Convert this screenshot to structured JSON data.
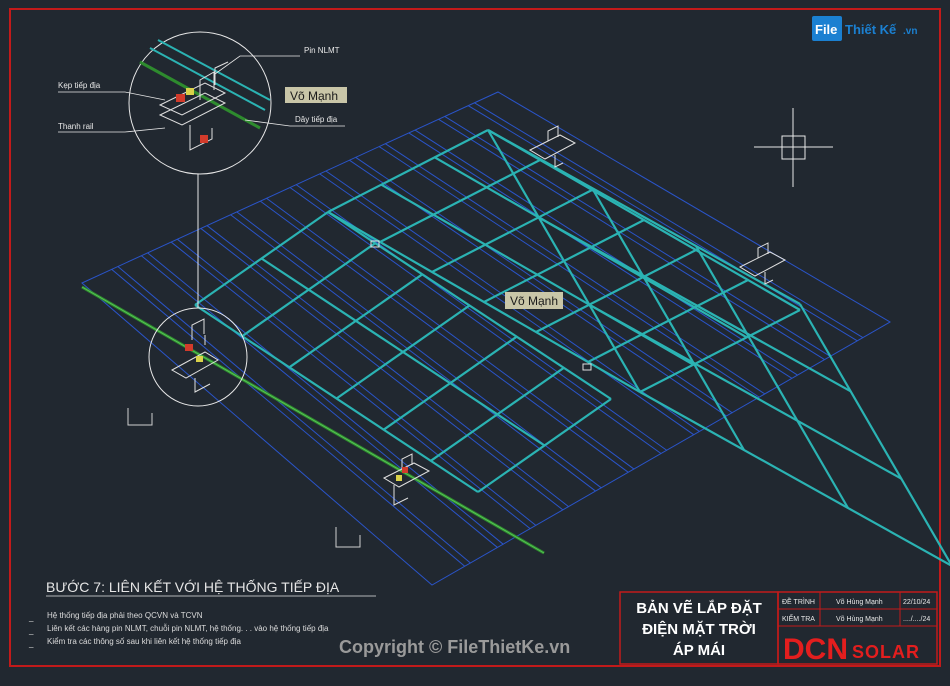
{
  "logo": {
    "brand_a": "File",
    "brand_b": "Thiết Kế",
    "brand_c": ".vn"
  },
  "callouts": {
    "pin": "Pin NLMT",
    "clamp": "Kẹp tiếp địa",
    "author_tag": "Võ Mạnh",
    "rail": "Thanh rail",
    "wire": "Dây tiếp địa"
  },
  "watermark": "Võ Mạnh",
  "step": {
    "title": "BƯỚC 7: LIÊN KẾT VỚI HỆ THỐNG TIẾP ĐỊA",
    "notes": [
      "Hệ thống tiếp địa phải theo QCVN và TCVN",
      "Liên kết các hàng pin NLMT, chuỗi pin NLMT, hệ thống. . . vào hệ thống tiếp địa",
      "Kiểm tra các thông số sau khi liên kết hệ thống tiếp địa"
    ]
  },
  "copyright": "Copyright © FileThietKe.vn",
  "title_block": {
    "title_lines": [
      "BẢN VẼ LẮP ĐẶT",
      "ĐIỆN MẶT TRỜI",
      "ÁP MÁI"
    ],
    "rows": [
      {
        "role": "ĐỀ TRÌNH",
        "name": "Võ Hùng Mạnh",
        "date": "22/10/24"
      },
      {
        "role": "KIỂM TRA",
        "name": "Võ Hùng Mạnh",
        "date": "..../..../24"
      }
    ],
    "company_a": "DCN",
    "company_b": "SOLAR"
  },
  "colors": {
    "background": "#212830",
    "frame": "#c21a1a",
    "roof": "#2a54c8",
    "panel": "#2bb3b3",
    "wire": "#2e8b2e",
    "title_red": "#e31e1e"
  }
}
